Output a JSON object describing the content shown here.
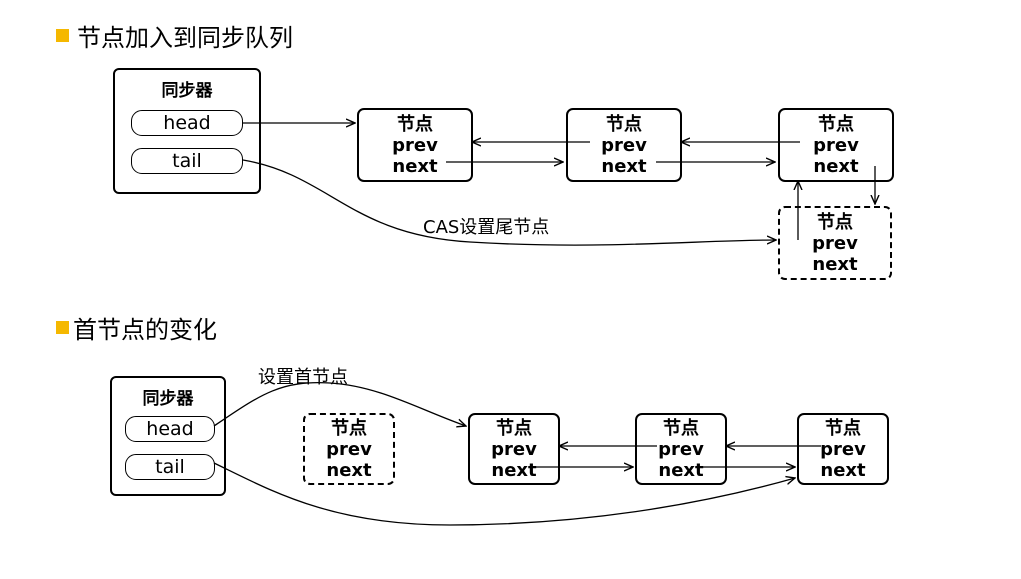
{
  "colors": {
    "bullet": "#f5b800"
  },
  "section1": {
    "title": "节点加入到同步队列",
    "sync": {
      "title": "同步器",
      "head": "head",
      "tail": "tail"
    },
    "nodes": [
      {
        "name": "节点",
        "prev": "prev",
        "next": "next"
      },
      {
        "name": "节点",
        "prev": "prev",
        "next": "next"
      },
      {
        "name": "节点",
        "prev": "prev",
        "next": "next"
      },
      {
        "name": "节点",
        "prev": "prev",
        "next": "next"
      }
    ],
    "cas_label": "CAS设置尾节点"
  },
  "section2": {
    "title": "首节点的变化",
    "sync": {
      "title": "同步器",
      "head": "head",
      "tail": "tail"
    },
    "nodes": [
      {
        "name": "节点",
        "prev": "prev",
        "next": "next"
      },
      {
        "name": "节点",
        "prev": "prev",
        "next": "next"
      },
      {
        "name": "节点",
        "prev": "prev",
        "next": "next"
      },
      {
        "name": "节点",
        "prev": "prev",
        "next": "next"
      }
    ],
    "set_head_label": "设置首节点"
  }
}
